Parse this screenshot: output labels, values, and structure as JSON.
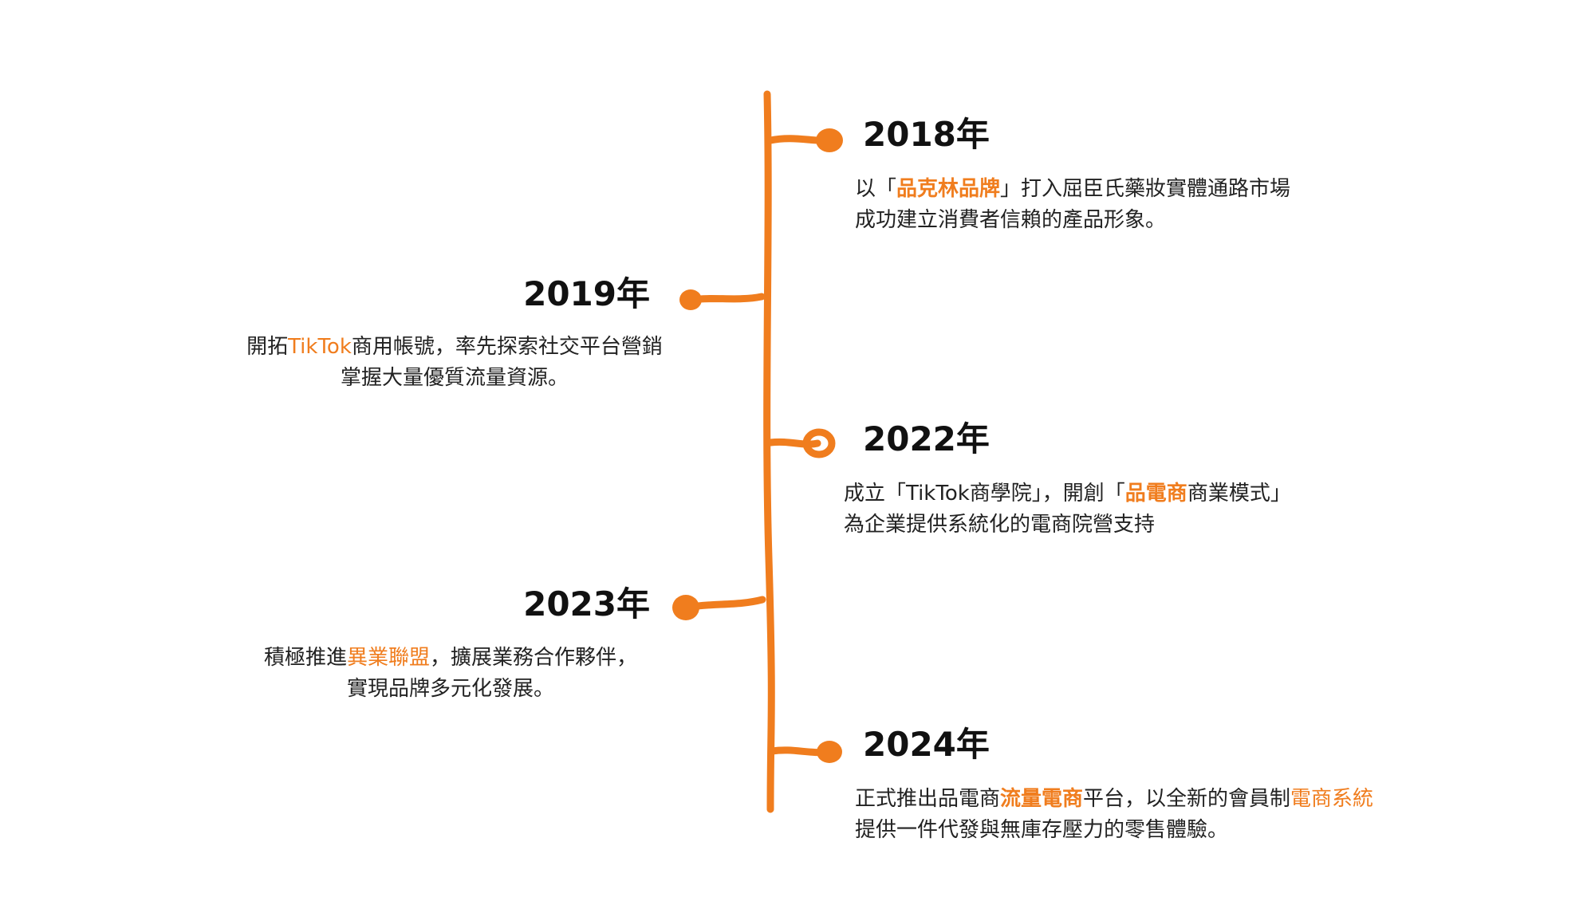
{
  "colors": {
    "accent": "#f07d1e",
    "text": "#222222",
    "year": "#111111"
  },
  "entries": [
    {
      "year": "2018年",
      "side": "right",
      "lines": [
        [
          {
            "t": "以「",
            "s": "plain"
          },
          {
            "t": "品克林品牌",
            "s": "hl-bold"
          },
          {
            "t": "」打入屈臣氏藥妝實體通路市場",
            "s": "plain"
          }
        ],
        [
          {
            "t": "成功建立消費者信賴的產品形象。",
            "s": "plain"
          }
        ]
      ]
    },
    {
      "year": "2019年",
      "side": "left",
      "lines": [
        [
          {
            "t": "開拓",
            "s": "plain"
          },
          {
            "t": "TikTok",
            "s": "hl"
          },
          {
            "t": "商用帳號，率先探索社交平台營銷",
            "s": "plain"
          }
        ],
        [
          {
            "t": "掌握大量優質流量資源。",
            "s": "plain"
          }
        ]
      ]
    },
    {
      "year": "2022年",
      "side": "right",
      "lines": [
        [
          {
            "t": "成立「TikTok商學院」，開創「",
            "s": "plain"
          },
          {
            "t": "品電商",
            "s": "hl-bold"
          },
          {
            "t": "商業模式」",
            "s": "plain"
          }
        ],
        [
          {
            "t": "為企業提供系統化的電商院營支持",
            "s": "plain"
          }
        ]
      ]
    },
    {
      "year": "2023年",
      "side": "left",
      "lines": [
        [
          {
            "t": "積極推進",
            "s": "plain"
          },
          {
            "t": "異業聯盟",
            "s": "hl"
          },
          {
            "t": "，擴展業務合作夥伴，",
            "s": "plain"
          }
        ],
        [
          {
            "t": "實現品牌多元化發展。",
            "s": "plain"
          }
        ]
      ]
    },
    {
      "year": "2024年",
      "side": "right",
      "lines": [
        [
          {
            "t": "正式推出品電商",
            "s": "plain"
          },
          {
            "t": "流量電商",
            "s": "hl-bold"
          },
          {
            "t": "平台，以全新的會員制",
            "s": "plain"
          },
          {
            "t": "電商系統",
            "s": "hl"
          }
        ],
        [
          {
            "t": "提供一件代發與無庫存壓力的零售體驗。",
            "s": "plain"
          }
        ]
      ]
    }
  ]
}
